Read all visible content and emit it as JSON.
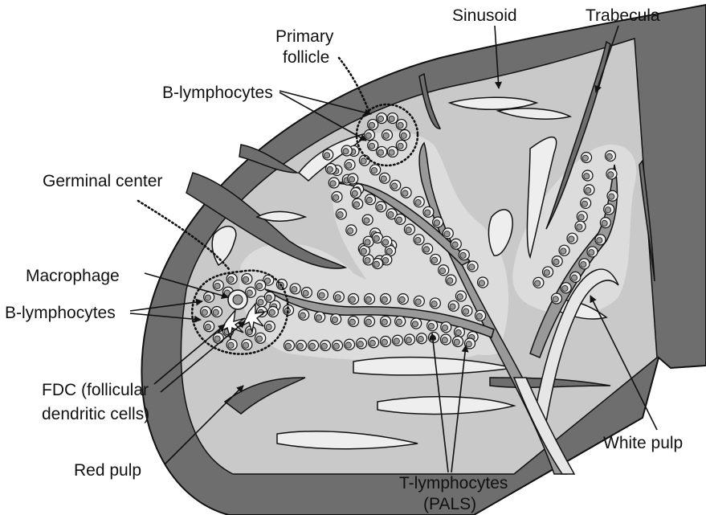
{
  "labels": {
    "sinusoid": "Sinusoid",
    "trabecula": "Trabecula",
    "primary_follicle_line1": "Primary",
    "primary_follicle_line2": "follicle",
    "b_lymphocytes_top": "B-lymphocytes",
    "germinal_center": "Germinal center",
    "macrophage": "Macrophage",
    "b_lymphocytes_left": "B-lymphocytes",
    "fdc_line1": "FDC (follicular",
    "fdc_line2": "dendritic cells)",
    "red_pulp": "Red pulp",
    "white_pulp": "White pulp",
    "t_lymphocytes_line1": "T-lymphocytes",
    "t_lymphocytes_line2": "(PALS)"
  },
  "colors": {
    "capsule": "#6e6e6e",
    "red_pulp": "#c9c9c9",
    "white_pulp": "#dcdcdc",
    "sinusoid": "#eeeeee",
    "cell_fill": "#efefef",
    "cell_nucleus": "#999999",
    "outline": "#111111"
  }
}
